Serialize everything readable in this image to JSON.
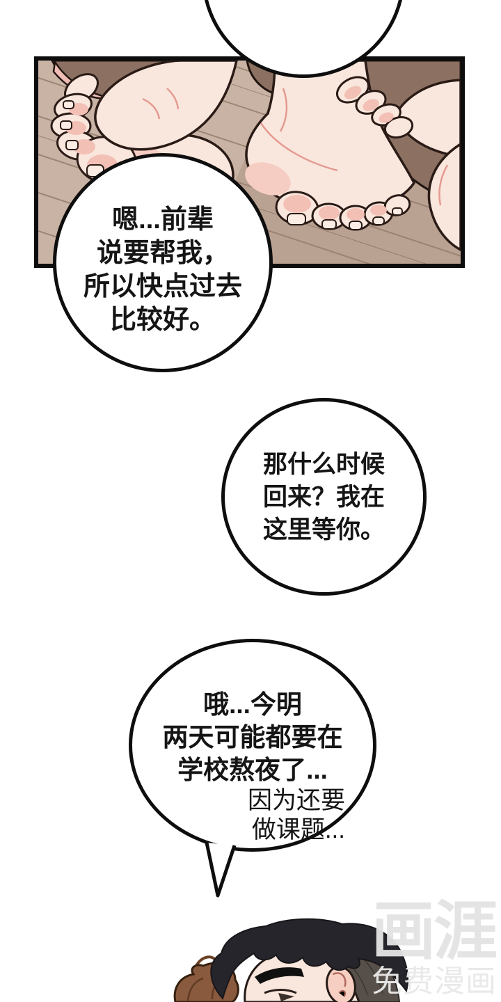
{
  "scene": {
    "type": "comic-page",
    "panel_alt": "two pairs of bare feet on a diagonal wooden floor",
    "bottom_alt": "black-haired man in profile beside a brown-haired person"
  },
  "bubbles": {
    "a": {
      "lines": [
        "嗯...前辈",
        "说要帮我，",
        "所以快点过去",
        "比较好。"
      ]
    },
    "b": {
      "lines": [
        "那什么时候",
        "回来？我在",
        "这里等你。"
      ]
    },
    "c": {
      "lines_bold": [
        "哦...今明",
        "两天可能都要在",
        "学校熬夜了..."
      ],
      "lines_light": [
        "因为还要",
        "做课题..."
      ]
    }
  },
  "watermark": {
    "logo": "画涯",
    "tagline": "免费漫画"
  },
  "colors": {
    "ink": "#0e0e0e",
    "floor_wood": "#c9b3a5",
    "floor_shadow": "#8c7163",
    "skin": "#f9e6dc",
    "skin_shade": "#f3c0b6",
    "hair_black": "#26252b",
    "hair_brown": "#8a5a3f",
    "watermark_gray": "#e5e5e5"
  }
}
